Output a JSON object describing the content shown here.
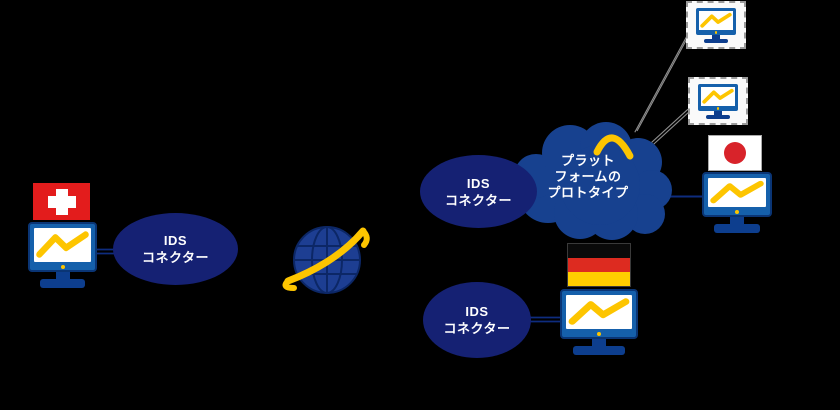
{
  "background": "#000000",
  "palette": {
    "ellipse_navy": "#152173",
    "cloud_blue": "#17418f",
    "globe_blue": "#1d3e92",
    "globe_line": "#0c2766",
    "monitor_frame_blue": "#1560ab",
    "monitor_stand_blue": "#0d3e8e",
    "accent_yellow": "#fdc500",
    "swiss_red": "#e31c1c",
    "japan_red": "#d8232a",
    "german_red": "#dd2b20",
    "german_gold": "#ffce00",
    "dashed_card_border": "#9b9b9b",
    "link_gray": "#8f8f8f",
    "link_navy": "#0e2c7e",
    "text_white": "#ffffff"
  },
  "nodes": {
    "swiss_connector": {
      "line1": "IDS",
      "line2": "コネクター"
    },
    "platform_connector": {
      "line1": "IDS",
      "line2": "コネクター"
    },
    "german_connector": {
      "line1": "IDS",
      "line2": "コネクター"
    },
    "cloud": {
      "line1": "プラット",
      "line2": "フォームの",
      "line3": "プロトタイプ"
    }
  },
  "icons": {
    "globe": "internet-globe-icon",
    "cloud": "platform-cloud-icon",
    "monitor": "monitor-line-chart-icon",
    "swiss_flag": "switzerland-flag-icon",
    "japan_flag": "japan-flag-icon",
    "german_flag": "germany-flag-icon",
    "prototype_card": "prototype-monitor-card-icon"
  }
}
